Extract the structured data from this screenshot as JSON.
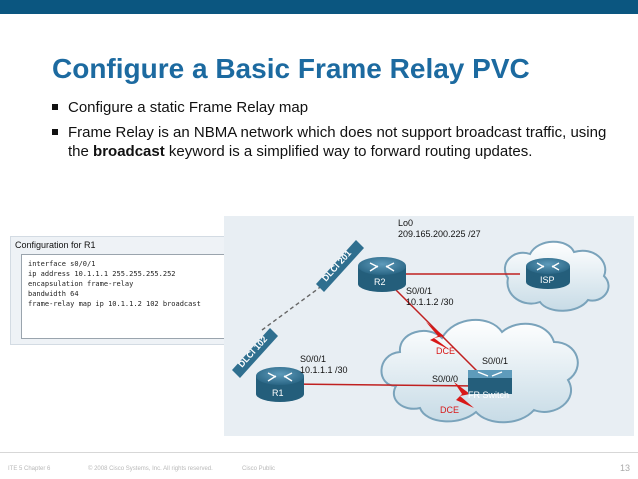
{
  "slide": {
    "title": "Configure a Basic Frame Relay PVC",
    "bullets": [
      {
        "text": "Configure a static Frame Relay map"
      },
      {
        "pre": "Frame Relay is an NBMA network which does not support broadcast traffic, using the ",
        "bold": "broadcast",
        "post": " keyword is a simplified way to forward routing updates."
      }
    ]
  },
  "config": {
    "title": "Configuration for R1",
    "lines": [
      "interface s0/0/1",
      "ip address 10.1.1.1 255.255.255.252",
      "encapsulation frame-relay",
      "bandwidth 64",
      "frame-relay map ip 10.1.1.2 102 broadcast"
    ]
  },
  "diagram": {
    "dlci_201": "DLCI 201",
    "dlci_102": "DLCI 102",
    "lo0": "Lo0",
    "lo0_ip": "209.165.200.225 /27",
    "r2": "R2",
    "r2_intf": "S0/0/1",
    "r2_ip": "10.1.1.2 /30",
    "isp": "ISP",
    "dce_top": "DCE",
    "sw_intf_top": "S0/0/1",
    "r1_intf": "S0/0/1",
    "r1_ip": "10.1.1.1 /30",
    "sw_intf_left": "S0/0/0",
    "r1": "R1",
    "fr_switch": "FR Switch",
    "dce_bottom": "DCE"
  },
  "footer": {
    "course": "ITE 5 Chapter 6",
    "copyright": "© 2008 Cisco Systems, Inc. All rights reserved.",
    "classification": "Cisco Public",
    "page": "13"
  },
  "colors": {
    "header_bar": "#0b5680",
    "title": "#1c6aa0",
    "router": "#2f6f8f",
    "lightning": "#d81818"
  }
}
